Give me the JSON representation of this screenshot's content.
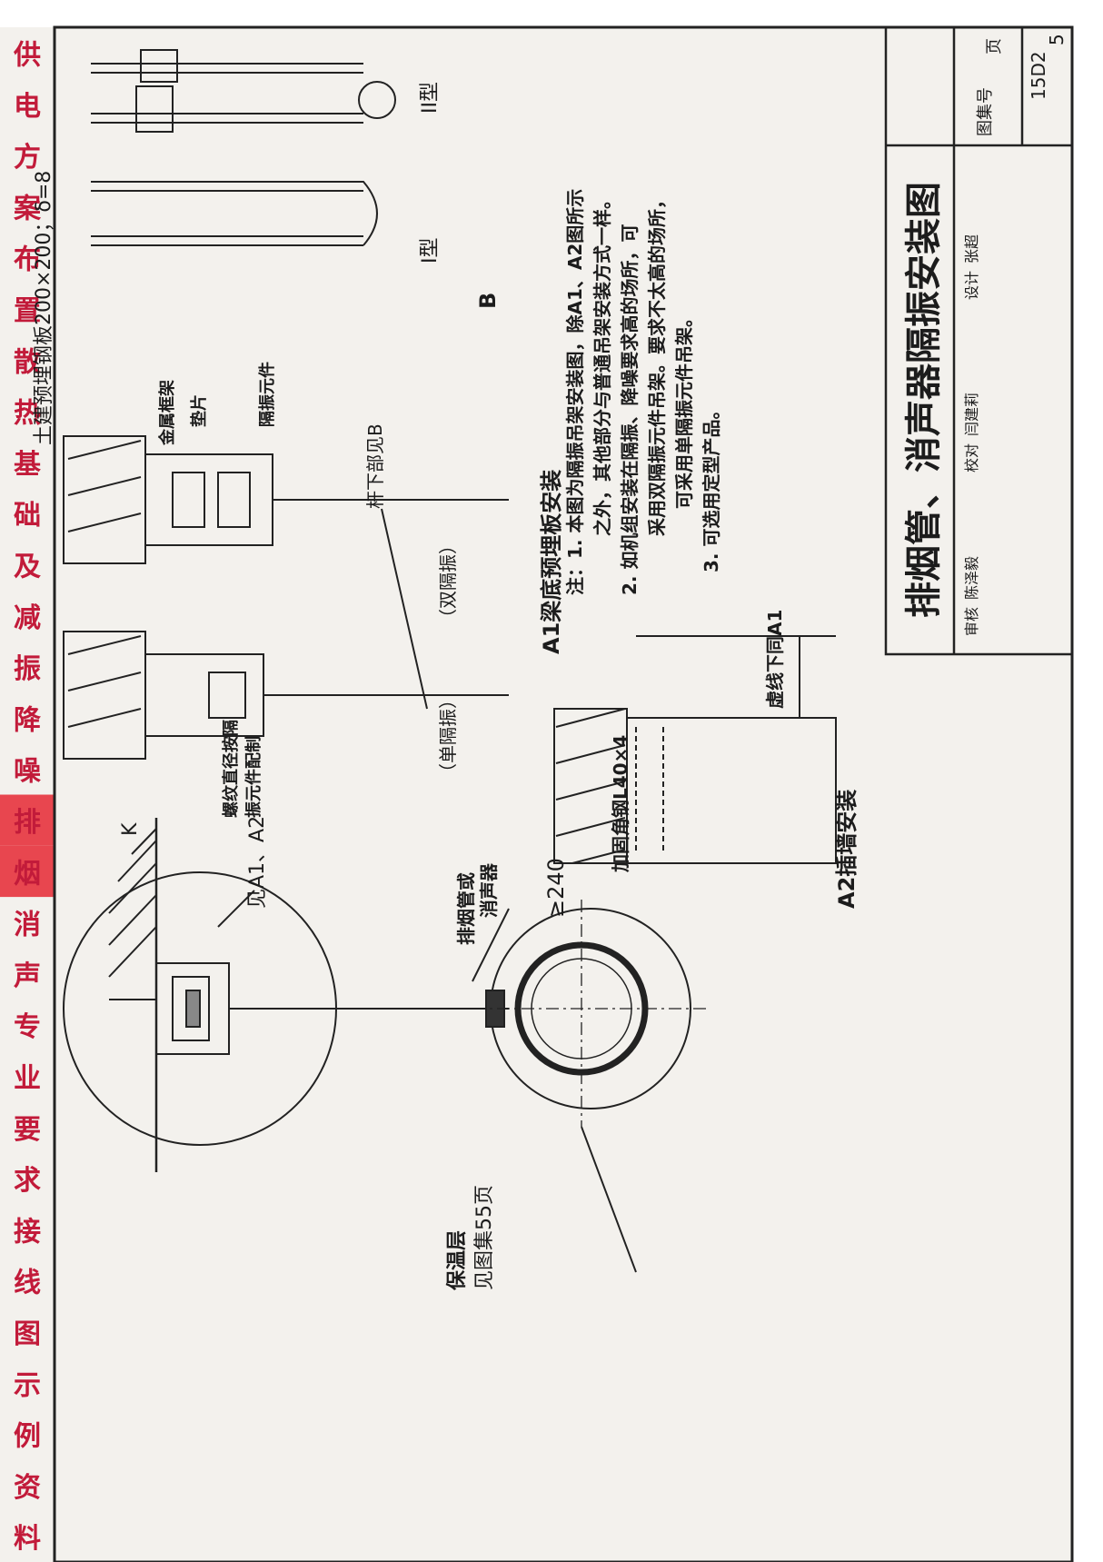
{
  "sidebar": {
    "chars": [
      "供",
      "电",
      "方",
      "案",
      "布",
      "置",
      "散",
      "热",
      "基",
      "础",
      "及",
      "减",
      "振",
      "降",
      "噪",
      "排",
      "烟",
      "消",
      "声",
      "专",
      "业",
      "要",
      "求",
      "接",
      "线",
      "图",
      "示",
      "例",
      "资",
      "料"
    ],
    "active_indices": [
      15,
      16
    ],
    "color_text": "#c21b3a",
    "color_active_bg": "#e8464f"
  },
  "labels": {
    "insulation": "保温层",
    "insulation_ref": "见图集55页",
    "see_a1a2": "见A1、A2",
    "exhaust_pipe": "排烟管或",
    "muffler": "消声器",
    "angle_steel": "加固角钢L40×4",
    "thread_dia_1": "螺纹直径按隔",
    "thread_dia_2": "振元件配制",
    "single": "（单隔振）",
    "double": "（双隔振）",
    "embed_plate": "土建预埋钢板200×200；δ=8",
    "metal_frame": "金属框架",
    "washer": "垫片",
    "isolator": "隔振元件",
    "rod_lower": "杆下部见B",
    "ge240": "≥240",
    "dashed_note": "虚线下同A1",
    "a1_title": "A1梁底预埋板安装",
    "a2_title": "A2插墙安装",
    "b_title": "B",
    "type1": "I型",
    "type2": "II型",
    "k_mark": "K"
  },
  "notes": {
    "n1a": "注：1. 本图为隔振吊架安装图，除A1、A2图所示",
    "n1b": "之外，其他部分与普通吊架安装方式一样。",
    "n2a": "2. 如机组安装在隔振、降噪要求高的场所，可",
    "n2b": "采用双隔振元件吊架。要求不太高的场所，",
    "n2c": "可采用单隔振元件吊架。",
    "n3": "3. 可选用定型产品。"
  },
  "title_block": {
    "title": "排烟管、消声器隔振安装图",
    "atlas_no_label": "图集号",
    "atlas_no": "15D2",
    "page_label": "页",
    "page_no": "5",
    "review": "审核",
    "reviewer": "陈泽毅",
    "check": "校对",
    "checker": "闫建莉",
    "design": "设计",
    "designer": "张超"
  }
}
